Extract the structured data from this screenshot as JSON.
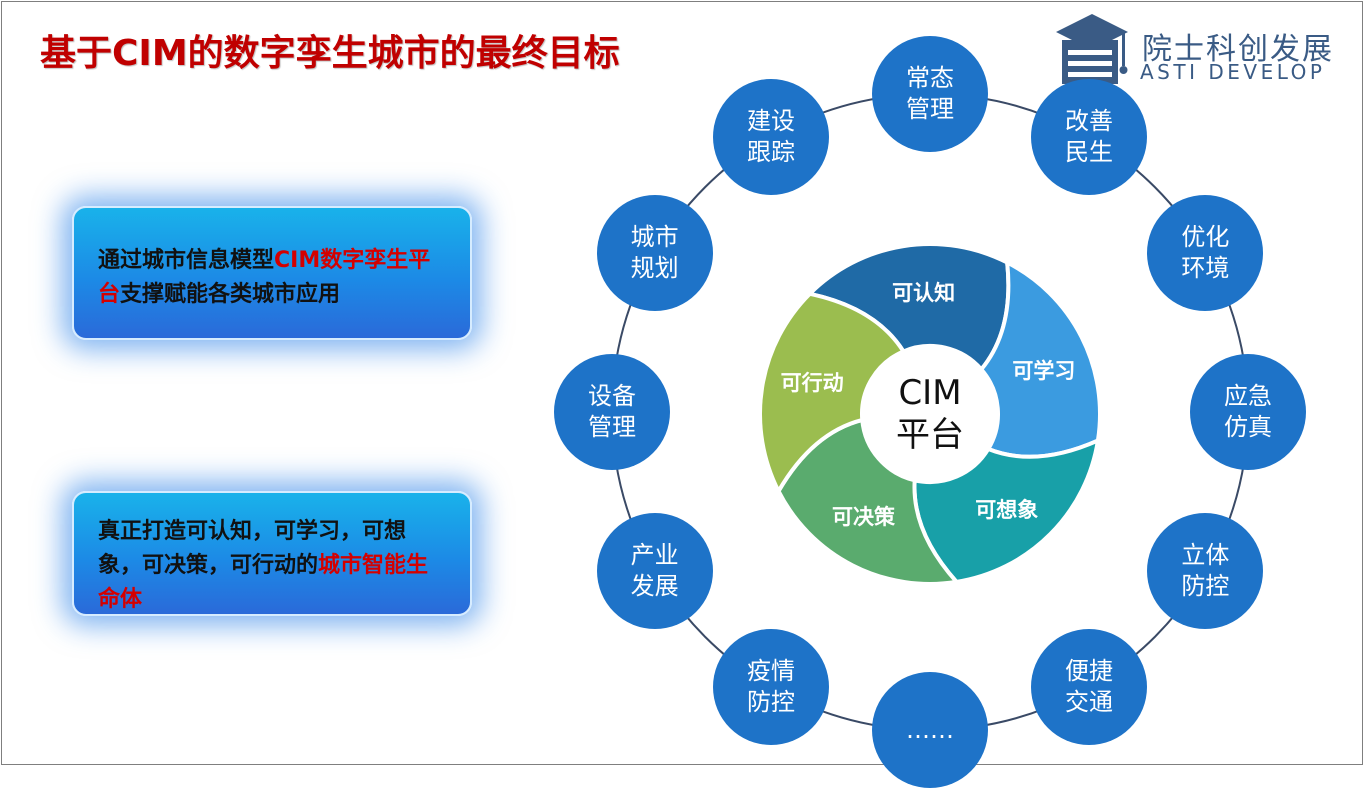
{
  "title": "基于CIM的数字孪生城市的最终目标",
  "logo": {
    "name_cn": "院士科创发展",
    "name_en": "ASTI DEVELOP",
    "icon": "graduation-cap-building-icon"
  },
  "left_boxes": [
    {
      "pre": "通过城市信息模型",
      "highlight": "CIM数字孪生平台",
      "post": "支撑赋能各类城市应用"
    },
    {
      "pre": "真正打造可认知，可学习，可想象，可决策，可行动的",
      "highlight": "城市智能生命体",
      "post": ""
    }
  ],
  "center": {
    "label": "CIM\n平台"
  },
  "segments": [
    {
      "label": "可认知",
      "color": "#1f6aa6"
    },
    {
      "label": "可学习",
      "color": "#3b9be0"
    },
    {
      "label": "可想象",
      "color": "#18a0a8"
    },
    {
      "label": "可决策",
      "color": "#5aab6e"
    },
    {
      "label": "可行动",
      "color": "#9bbd4f"
    }
  ],
  "outer_nodes": [
    "常态\n管理",
    "改善\n民生",
    "优化\n环境",
    "应急\n仿真",
    "立体\n防控",
    "便捷\n交通",
    "……",
    "疫情\n防控",
    "产业\n发展",
    "设备\n管理",
    "城市\n规划",
    "建设\n跟踪"
  ],
  "colors": {
    "title": "#c00000",
    "node_fill": "#1e73c8",
    "ring_line": "#3a4a66",
    "box_highlight": "#d40000"
  }
}
